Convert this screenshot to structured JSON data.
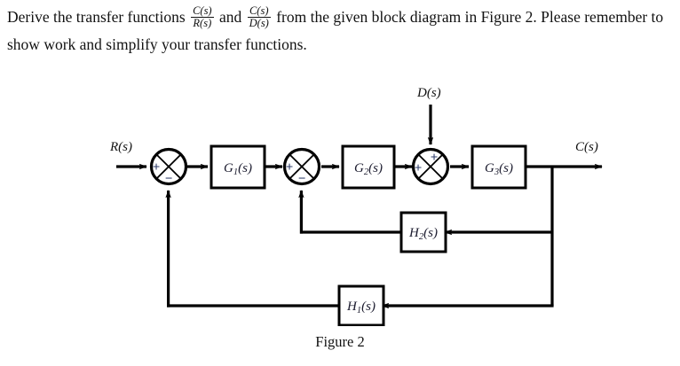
{
  "problem": {
    "line1_part1": "Derive the transfer functions",
    "fraction1": {
      "numerator": "C(s)",
      "denominator": "R(s)"
    },
    "conjunction": "and",
    "fraction2": {
      "numerator": "C(s)",
      "denominator": "D(s)"
    },
    "line1_part2": "from the given block diagram in Figure 2. Please",
    "line2": "remember to show work and simplify your transfer functions."
  },
  "figure": {
    "caption": "Figure 2",
    "signals": {
      "input": "R(s)",
      "disturbance": "D(s)",
      "output": "C(s)"
    },
    "blocks": [
      {
        "id": "G1",
        "label_main": "G",
        "label_sub": "1",
        "label_tail": "(s)"
      },
      {
        "id": "G2",
        "label_main": "G",
        "label_sub": "2",
        "label_tail": "(s)"
      },
      {
        "id": "G3",
        "label_main": "G",
        "label_sub": "3",
        "label_tail": "(s)"
      },
      {
        "id": "H2",
        "label_main": "H",
        "label_sub": "2",
        "label_tail": "(s)"
      },
      {
        "id": "H1",
        "label_main": "H",
        "label_sub": "1",
        "label_tail": "(s)"
      }
    ],
    "summing_junctions": [
      {
        "id": "sum1",
        "left_sign": "+",
        "bottom_sign": "−"
      },
      {
        "id": "sum2",
        "left_sign": "+",
        "bottom_sign": "−"
      },
      {
        "id": "sum3",
        "left_sign": "+",
        "top_sign": "+"
      }
    ],
    "colors": {
      "line": "#000000",
      "block_fill": "#ffffff",
      "block_stroke": "#000000",
      "label_text": "#1b1b2e",
      "sign_text": "#2b3a67"
    }
  },
  "chart_data": {
    "type": "diagram",
    "title": "Figure 2",
    "description": "Control system block diagram with two feedback loops and a disturbance input",
    "nodes": [
      {
        "name": "R(s)",
        "kind": "input-signal"
      },
      {
        "name": "sum1",
        "kind": "summing-junction",
        "inputs": [
          "R(s) +",
          "H1 feedback −"
        ]
      },
      {
        "name": "G1(s)",
        "kind": "transfer-block"
      },
      {
        "name": "sum2",
        "kind": "summing-junction",
        "inputs": [
          "G1 output +",
          "H2 feedback −"
        ]
      },
      {
        "name": "G2(s)",
        "kind": "transfer-block"
      },
      {
        "name": "sum3",
        "kind": "summing-junction",
        "inputs": [
          "G2 output +",
          "D(s) +"
        ]
      },
      {
        "name": "G3(s)",
        "kind": "transfer-block"
      },
      {
        "name": "D(s)",
        "kind": "disturbance-input"
      },
      {
        "name": "C(s)",
        "kind": "output-signal"
      },
      {
        "name": "H2(s)",
        "kind": "feedback-block"
      },
      {
        "name": "H1(s)",
        "kind": "feedback-block"
      }
    ],
    "edges": [
      {
        "from": "R(s)",
        "to": "sum1",
        "sign": "+"
      },
      {
        "from": "sum1",
        "to": "G1(s)"
      },
      {
        "from": "G1(s)",
        "to": "sum2",
        "sign": "+"
      },
      {
        "from": "sum2",
        "to": "G2(s)"
      },
      {
        "from": "G2(s)",
        "to": "sum3",
        "sign": "+"
      },
      {
        "from": "D(s)",
        "to": "sum3",
        "sign": "+"
      },
      {
        "from": "sum3",
        "to": "G3(s)"
      },
      {
        "from": "G3(s)",
        "to": "C(s)"
      },
      {
        "from": "C(s)",
        "to": "H2(s)"
      },
      {
        "from": "H2(s)",
        "to": "sum2",
        "sign": "−"
      },
      {
        "from": "C(s)",
        "to": "H1(s)"
      },
      {
        "from": "H1(s)",
        "to": "sum1",
        "sign": "−"
      }
    ]
  }
}
